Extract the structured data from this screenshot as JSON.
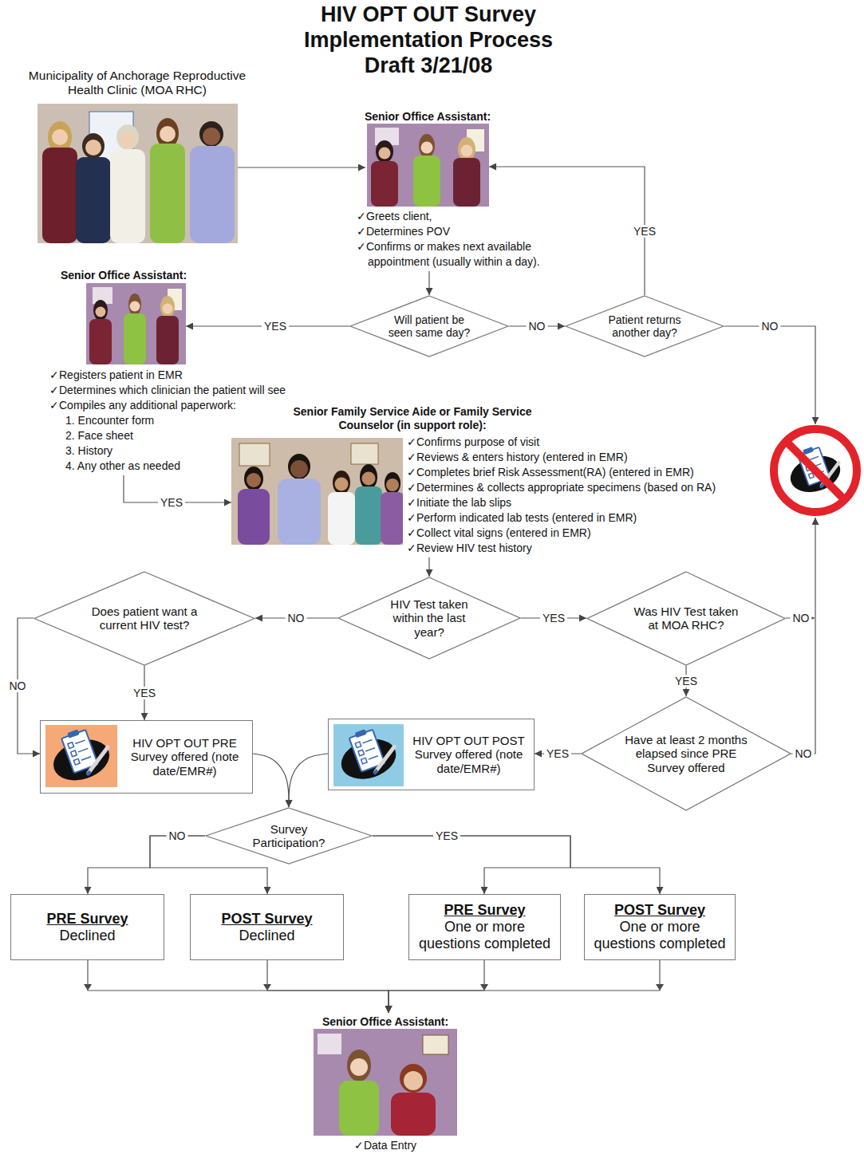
{
  "diagram": {
    "title": "HIV OPT OUT Survey Implementation Process",
    "nodes": [
      {
        "text": [
          "Municipality of Anchorage Reproductive Health Clinic (MOA RHC)"
        ]
      },
      {
        "text": [
          "Senior Office Assistant:",
          "✓Greets client,",
          "✓Determines POV",
          "✓Confirms or makes next available appointment (usually within a day)."
        ]
      },
      {
        "text": [
          "Will patient be seen same day?"
        ]
      },
      {
        "text": [
          "Patient returns another day?"
        ]
      },
      {
        "text": [
          "Senior Office Assistant:",
          "✓Registers patient in EMR",
          "✓Determines which clinician the patient will see",
          "✓Compiles any additional paperwork:",
          "1. Encounter form",
          "2. Face sheet",
          "3. History",
          "4. Any other as needed"
        ]
      },
      {
        "text": [
          "Senior Family Service Aide or Family Service Counselor (in support role):",
          "✓Confirms purpose of visit",
          "✓Reviews & enters history (entered in EMR)",
          "✓Completes brief Risk Assessment(RA) (entered in EMR)",
          "✓Determines & collects appropriate specimens (based on RA)",
          "✓Initiate the lab slips",
          "✓Perform indicated lab tests (entered in EMR)",
          "✓Collect vital signs (entered in EMR)",
          "✓Review HIV test history"
        ]
      },
      {
        "text": [
          "Does patient want a current HIV test?"
        ]
      },
      {
        "text": [
          "HIV Test taken within the last year?"
        ]
      },
      {
        "text": [
          "Was HIV Test taken at MOA RHC?"
        ]
      },
      {
        "text": [
          "HIV OPT OUT PRE Survey offered (note date/EMR#)"
        ]
      },
      {
        "text": [
          "HIV OPT OUT POST Survey offered (note date/EMR#)"
        ]
      },
      {
        "text": [
          "Have at least 2 months elapsed since PRE Survey offered"
        ]
      },
      {
        "text": [
          "Survey Participation?"
        ]
      },
      {
        "text": [
          "PRE Survey",
          "Declined"
        ]
      },
      {
        "text": [
          "POST Survey",
          "Declined"
        ]
      },
      {
        "text": [
          "PRE Survey",
          "One or more questions completed"
        ]
      },
      {
        "text": [
          "POST Survey",
          "One or more questions completed"
        ]
      },
      {
        "text": [
          "Senior Office Assistant:",
          "✓Data Entry"
        ]
      }
    ],
    "edges": [
      {
        "from": 0,
        "to": 1,
        "arrow": "to"
      },
      {
        "from": 1,
        "to": 2,
        "arrow": "to"
      },
      {
        "from": 2,
        "to": 4,
        "label": "YES",
        "arrow": "to"
      },
      {
        "from": 2,
        "to": 3,
        "label": "NO",
        "arrow": "to"
      },
      {
        "from": 3,
        "to": 1,
        "label": "YES",
        "arrow": "to"
      },
      {
        "from": 4,
        "to": 5,
        "label": "YES",
        "arrow": "to"
      },
      {
        "from": 5,
        "to": 7,
        "arrow": "to"
      },
      {
        "from": 7,
        "to": 6,
        "label": "NO",
        "arrow": "to"
      },
      {
        "from": 7,
        "to": 8,
        "label": "YES",
        "arrow": "to"
      },
      {
        "from": 6,
        "to": 9,
        "label": "YES",
        "arrow": "to"
      },
      {
        "from": 6,
        "to": 9,
        "label": "NO",
        "arrow": "to"
      },
      {
        "from": 8,
        "to": 11,
        "label": "YES",
        "arrow": "to"
      },
      {
        "from": 11,
        "to": 10,
        "label": "YES",
        "arrow": "to"
      },
      {
        "from": 9,
        "to": 12,
        "arrow": "to"
      },
      {
        "from": 10,
        "to": 12,
        "arrow": "to"
      },
      {
        "from": 12,
        "to": 13,
        "label": "NO",
        "arrow": "to"
      },
      {
        "from": 12,
        "to": 14,
        "arrow": "to"
      },
      {
        "from": 12,
        "to": 15,
        "label": "YES",
        "arrow": "to"
      },
      {
        "from": 12,
        "to": 16,
        "arrow": "to"
      },
      {
        "from": 13,
        "to": 17,
        "arrow": "to"
      },
      {
        "from": 14,
        "to": 17,
        "arrow": "to"
      },
      {
        "from": 15,
        "to": 17,
        "arrow": "to"
      },
      {
        "from": 16,
        "to": 17,
        "arrow": "to"
      }
    ],
    "labels": [
      "Draft 3/21/08",
      "NO",
      "NO",
      "NO"
    ]
  }
}
